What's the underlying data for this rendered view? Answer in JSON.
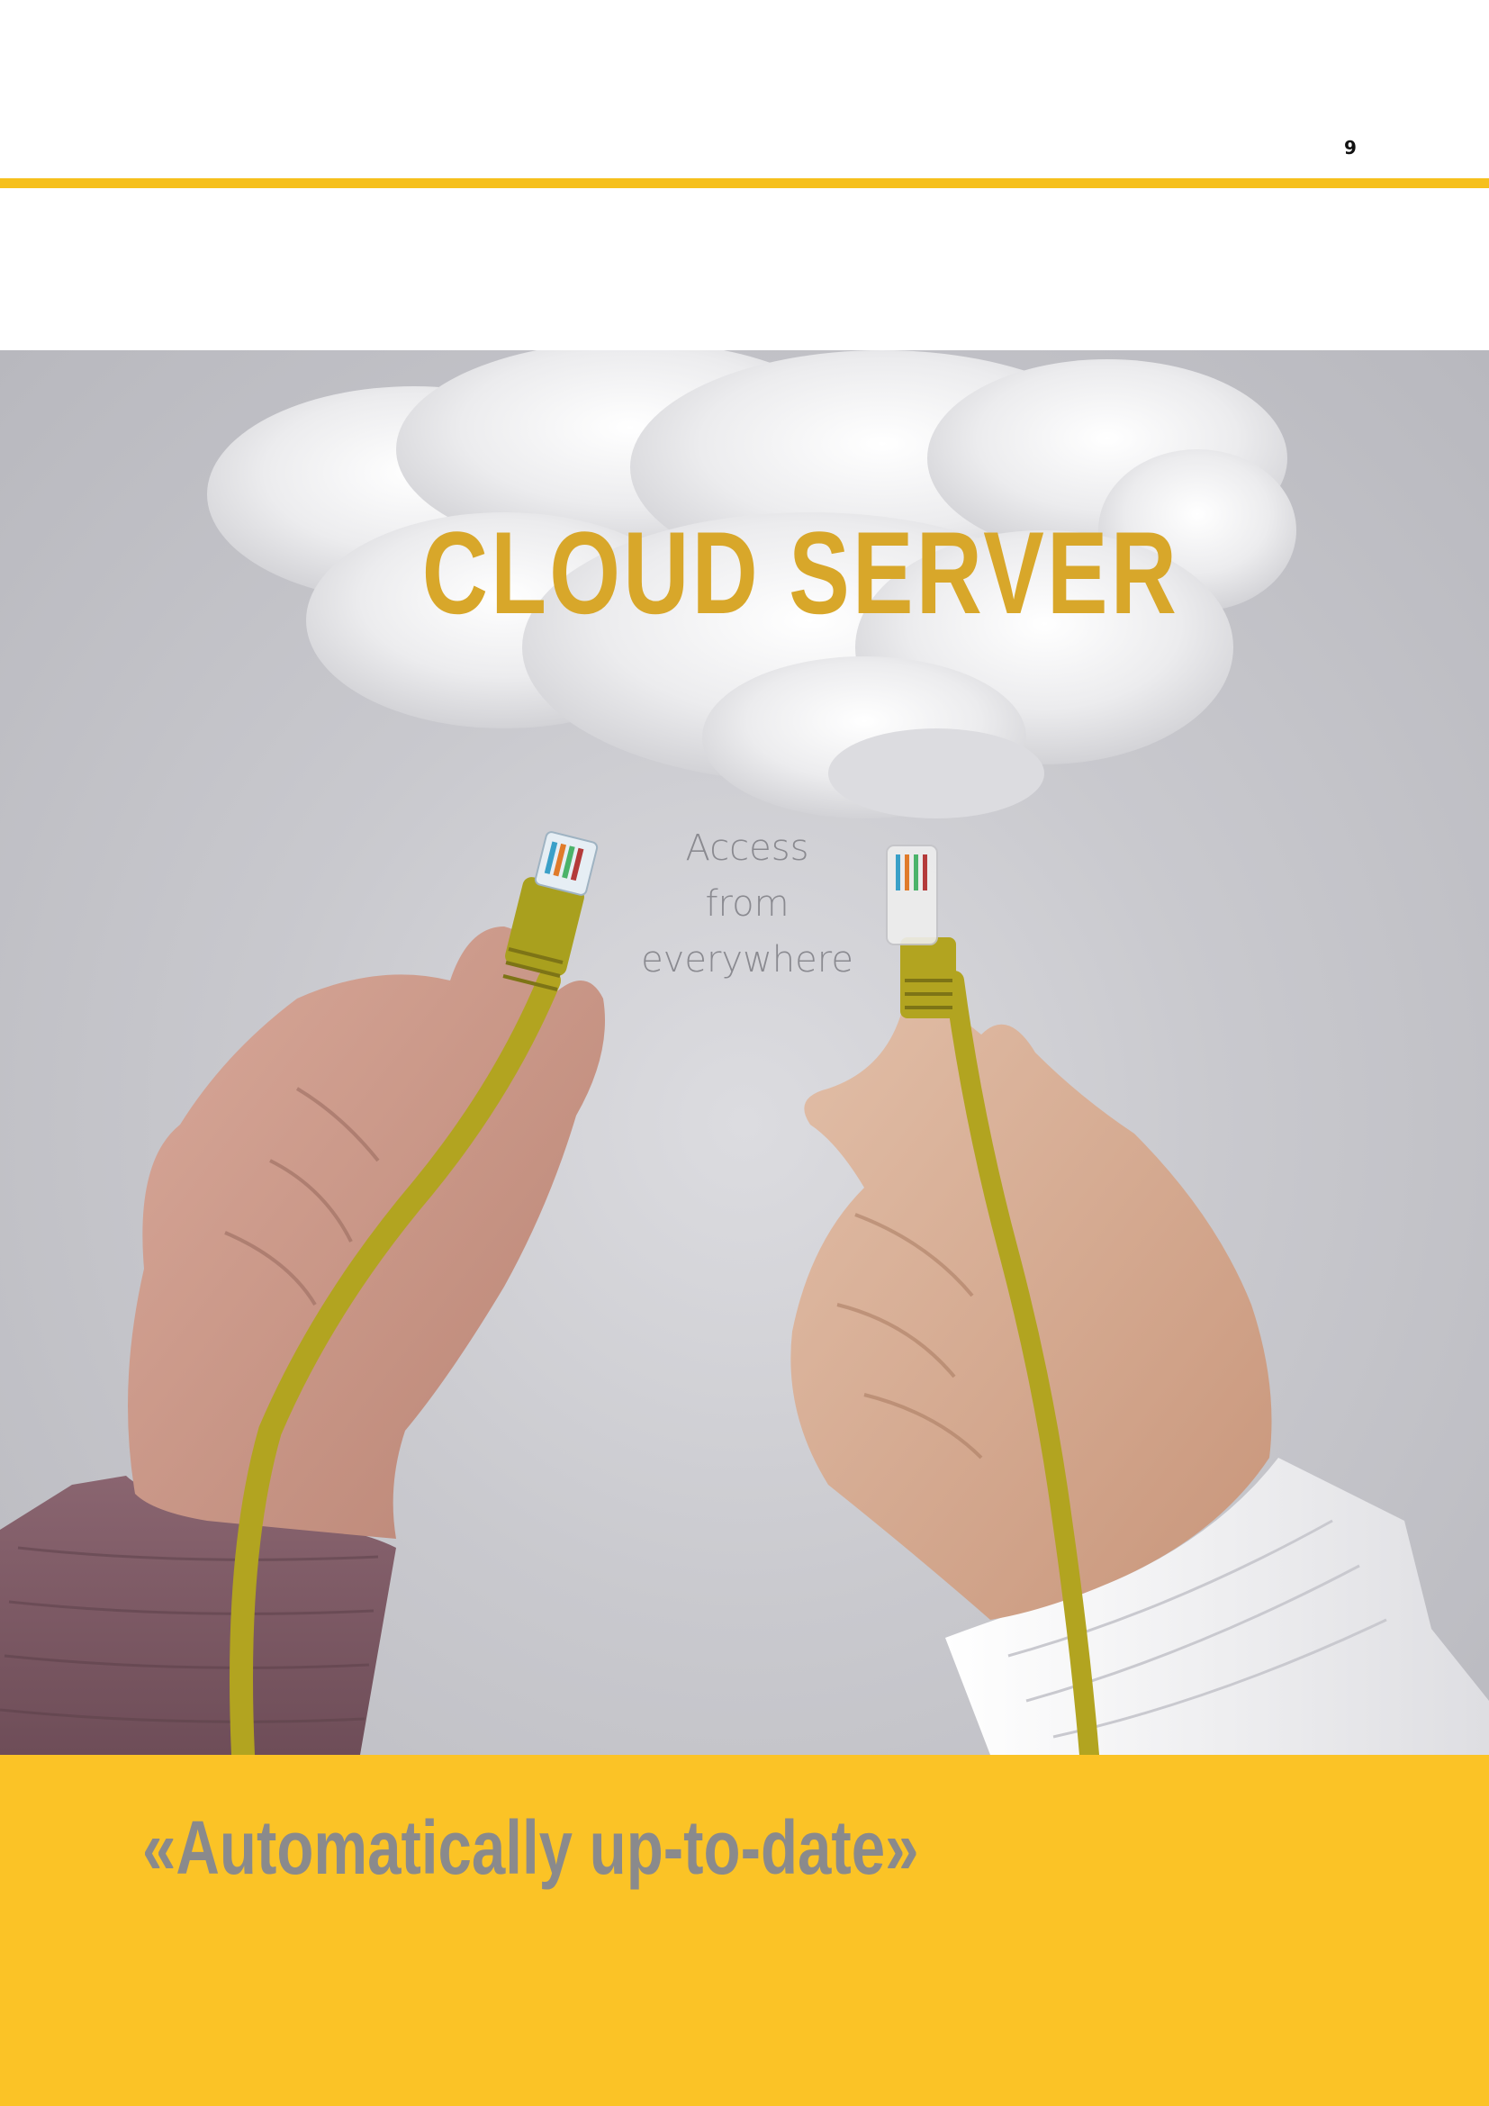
{
  "page": {
    "number": "9"
  },
  "hero": {
    "title": "CLOUD SERVER",
    "subtitle_lines": [
      "Access",
      "from",
      "everywhere"
    ]
  },
  "band": {
    "tagline": "«Automatically up-to-date»"
  },
  "colors": {
    "accent": "#f6c01c",
    "band_background": "#fbc326",
    "title_gold": "#d8a72a",
    "cable": "#b2a420",
    "subtitle_gray": "#8a8a90",
    "tagline_gray": "#8a8a8c"
  },
  "images": {
    "hero": "cloud-and-hands-holding-network-cables"
  }
}
